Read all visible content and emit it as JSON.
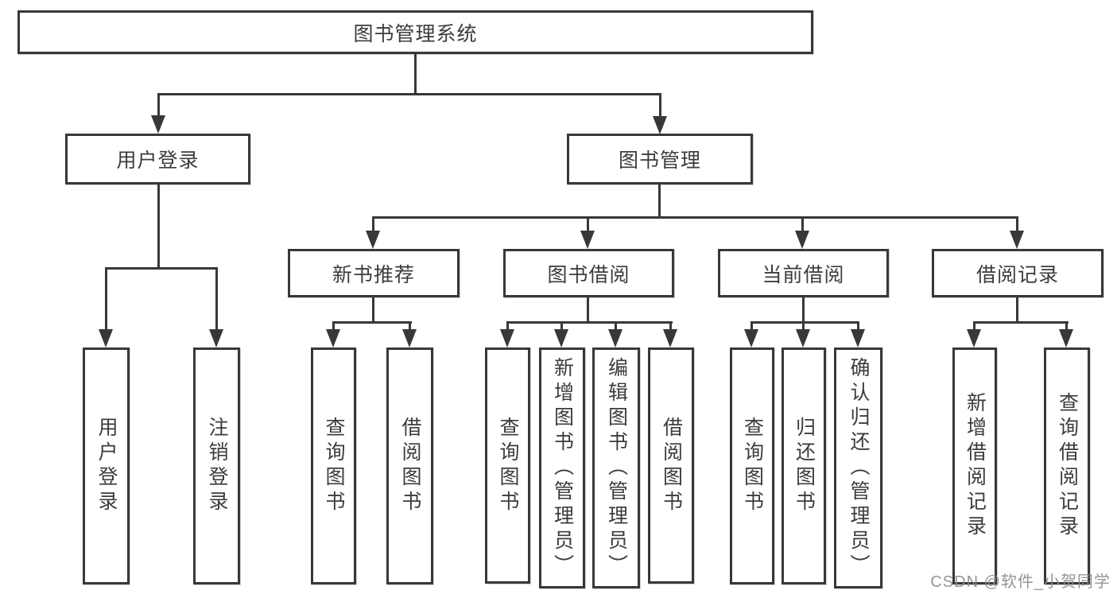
{
  "diagram": {
    "type": "function-structure-tree",
    "colors": {
      "line": "#383838",
      "box_border": "#383838",
      "box_background": "#ffffff",
      "text": "#3c3c3c",
      "watermark": "#8c8c8c",
      "page_background": "#ffffff"
    }
  },
  "tree": {
    "root": {
      "label": "图书管理系统"
    },
    "branches": [
      {
        "label": "用户登录",
        "children": [
          {
            "label": "用户登录"
          },
          {
            "label": "注销登录"
          }
        ]
      },
      {
        "label": "图书管理",
        "children": [
          {
            "label": "新书推荐",
            "children": [
              {
                "label": "查询图书"
              },
              {
                "label": "借阅图书"
              }
            ]
          },
          {
            "label": "图书借阅",
            "children": [
              {
                "label": "查询图书"
              },
              {
                "label": "新增图书（管理员）"
              },
              {
                "label": "编辑图书（管理员）"
              },
              {
                "label": "借阅图书"
              }
            ]
          },
          {
            "label": "当前借阅",
            "children": [
              {
                "label": "查询图书"
              },
              {
                "label": "归还图书"
              },
              {
                "label": "确认归还（管理员）"
              }
            ]
          },
          {
            "label": "借阅记录",
            "children": [
              {
                "label": "新增借阅记录"
              },
              {
                "label": "查询借阅记录"
              }
            ]
          }
        ]
      }
    ]
  },
  "watermark": {
    "text": "CSDN @软件_小贺同学"
  }
}
